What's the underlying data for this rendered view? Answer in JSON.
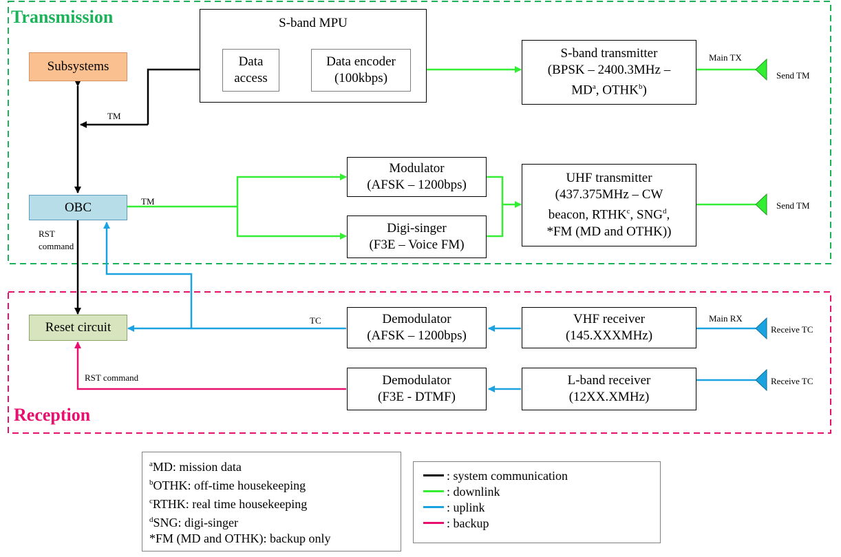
{
  "sections": {
    "transmission": "Transmission",
    "reception": "Reception"
  },
  "colors": {
    "system": "#000000",
    "downlink": "#33ee33",
    "uplink": "#1aa3e0",
    "backup": "#e8106e",
    "transmission_border": "#1bb25a",
    "reception_border": "#e8106e"
  },
  "nodes": {
    "subsystems": "Subsystems",
    "obc": "OBC",
    "reset_circuit": "Reset circuit",
    "mpu_title": "S-band MPU",
    "data_access": [
      "Data",
      "access"
    ],
    "data_encoder": [
      "Data encoder",
      "(100kbps)"
    ],
    "sband_tx": [
      "S-band transmitter",
      "(BPSK – 2400.3MHz –",
      "MD",
      "a",
      ", OTHK",
      "b",
      ")"
    ],
    "modulator": [
      "Modulator",
      "(AFSK – 1200bps)"
    ],
    "digisinger": [
      "Digi-singer",
      "(F3E – Voice FM)"
    ],
    "uhf_tx": [
      "UHF transmitter",
      "(437.375MHz – CW",
      "beacon, RTHK",
      "c",
      ", SNG",
      "d",
      ",",
      "*FM (MD and OTHK))"
    ],
    "demod_afsk": [
      "Demodulator",
      "(AFSK – 1200bps)"
    ],
    "vhf_rx": [
      "VHF receiver",
      "(145.XXXMHz)"
    ],
    "demod_dtmf": [
      "Demodulator",
      "(F3E - DTMF)"
    ],
    "lband_rx": [
      "L-band receiver",
      "(12XX.XMHz)"
    ]
  },
  "edge_labels": {
    "tm_top": "TM",
    "tm_obc": "TM",
    "rst_command_obc": [
      "RST",
      "command"
    ],
    "tc": "TC",
    "rst_command_bottom": "RST command",
    "main_tx": "Main TX",
    "main_rx": "Main RX"
  },
  "antennas": {
    "send_tm_1": "Send TM",
    "send_tm_2": "Send TM",
    "receive_tc_1": "Receive TC",
    "receive_tc_2": "Receive TC"
  },
  "footnotes": [
    {
      "sup": "a",
      "text": "MD: mission data"
    },
    {
      "sup": "b",
      "text": "OTHK: off-time housekeeping"
    },
    {
      "sup": "c",
      "text": "RTHK: real time housekeeping"
    },
    {
      "sup": "d",
      "text": "SNG: digi-singer"
    },
    {
      "sup": "",
      "text": "*FM (MD and OTHK): backup only"
    }
  ],
  "legend": [
    {
      "label": ": system communication",
      "color": "#000000"
    },
    {
      "label": ": downlink",
      "color": "#33ee33"
    },
    {
      "label": ": uplink",
      "color": "#1aa3e0"
    },
    {
      "label": ": backup",
      "color": "#e8106e"
    }
  ]
}
